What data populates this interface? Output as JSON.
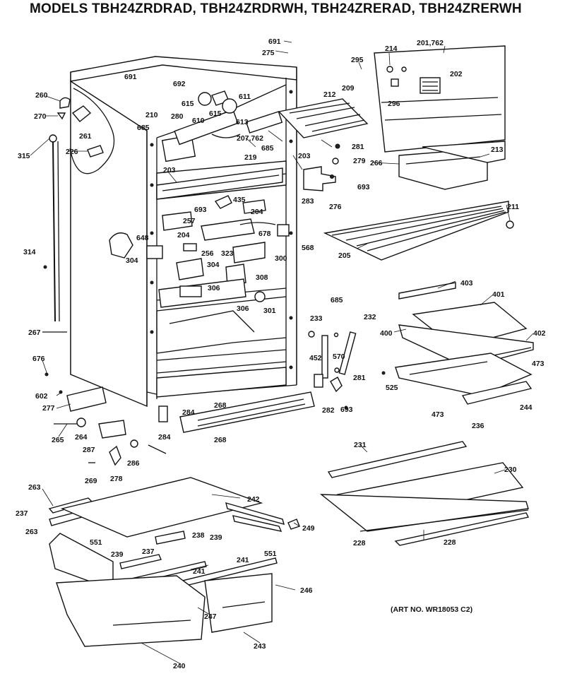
{
  "title": "MODELS TBH24ZRDRAD, TBH24ZRDRWH, TBH24ZRERAD, TBH24ZRERWH",
  "art_no": "(ART NO. WR18053 C2)",
  "callouts": [
    "691",
    "275",
    "295",
    "214",
    "201,762",
    "691",
    "692",
    "260",
    "270",
    "261",
    "615",
    "611",
    "610",
    "613",
    "615",
    "212",
    "209",
    "202",
    "296",
    "210",
    "280",
    "685",
    "207,762",
    "315",
    "226",
    "685",
    "281",
    "219",
    "203",
    "203",
    "279",
    "266",
    "213",
    "693",
    "435",
    "283",
    "276",
    "211",
    "693",
    "204",
    "257",
    "648",
    "678",
    "204",
    "256",
    "323",
    "568",
    "300",
    "205",
    "304",
    "304",
    "308",
    "314",
    "306",
    "301",
    "306",
    "403",
    "401",
    "267",
    "233",
    "685",
    "232",
    "400",
    "402",
    "676",
    "452",
    "570",
    "473",
    "281",
    "525",
    "602",
    "277",
    "693",
    "282",
    "473",
    "244",
    "284",
    "236",
    "268",
    "284",
    "265",
    "264",
    "287",
    "268",
    "286",
    "231",
    "269",
    "278",
    "230",
    "263",
    "242",
    "237",
    "263",
    "238",
    "249",
    "551",
    "239",
    "228",
    "228",
    "239",
    "237",
    "551",
    "241",
    "241",
    "246",
    "247",
    "243",
    "240"
  ]
}
